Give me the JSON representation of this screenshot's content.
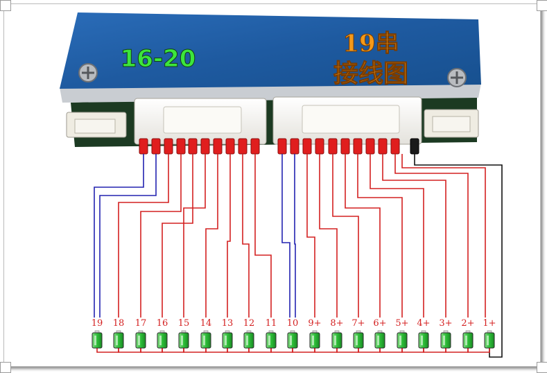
{
  "board": {
    "range_label": "16-20",
    "title_line1": "19串",
    "title_line2": "接线图"
  },
  "cells": [
    "19",
    "18",
    "17",
    "16",
    "15",
    "14",
    "13",
    "12",
    "11",
    "10",
    "9+",
    "8+",
    "7+",
    "6+",
    "5+",
    "4+",
    "3+",
    "2+",
    "1+"
  ],
  "colors": {
    "board_blue": "#1f5fa8",
    "balance_wire_red": "#d42020",
    "unused_wire_blue": "#2222b0",
    "negative_wire_black": "#111111",
    "range_label_green": "#3ce63c",
    "title_orange": "#f59a1a",
    "cell_green": "#2fbf3a"
  }
}
